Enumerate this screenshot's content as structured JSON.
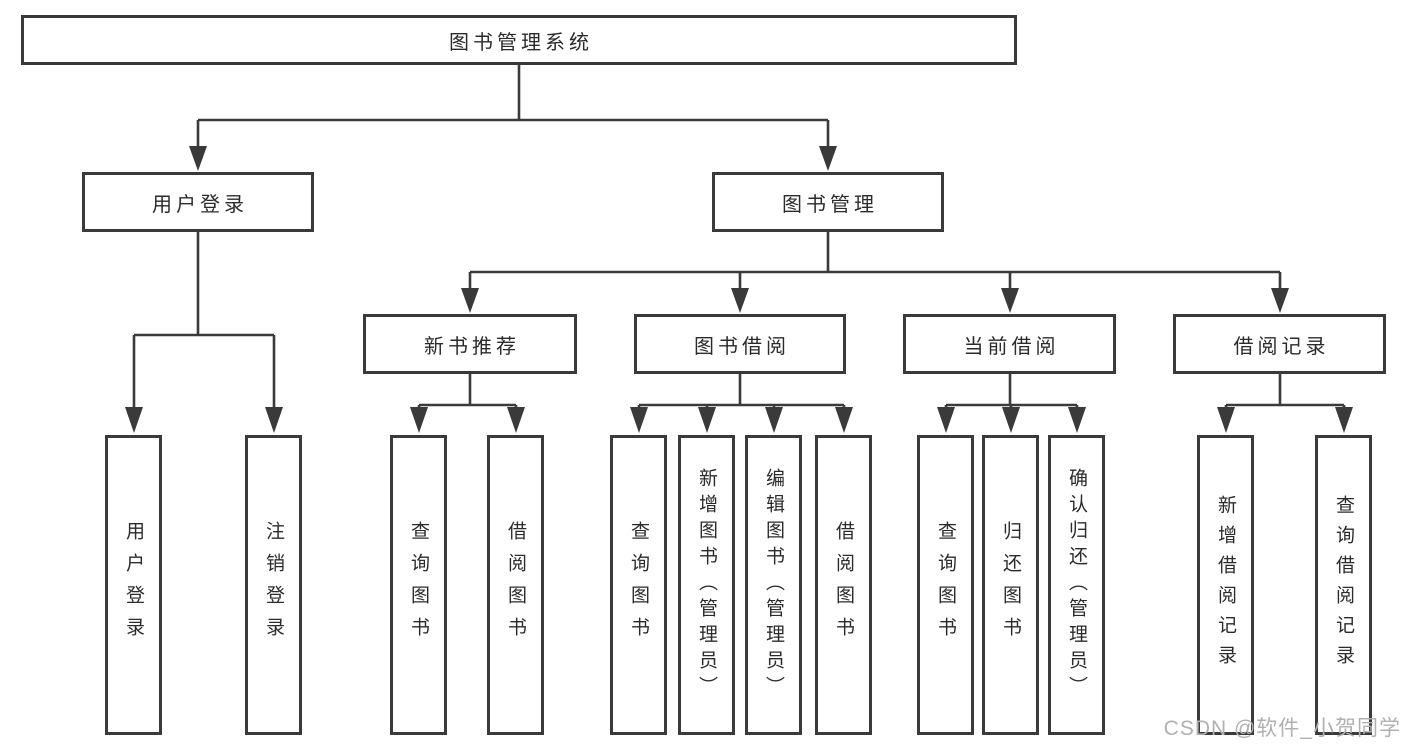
{
  "title": "图书管理系统",
  "branches": {
    "user": {
      "label": "用户登录",
      "leaves": [
        "用户登录",
        "注销登录"
      ]
    },
    "book": {
      "label": "图书管理",
      "groups": [
        {
          "label": "新书推荐",
          "leaves": [
            "查询图书",
            "借阅图书"
          ]
        },
        {
          "label": "图书借阅",
          "leaves": [
            "查询图书",
            "新增图书（管理员）",
            "编辑图书（管理员）",
            "借阅图书"
          ]
        },
        {
          "label": "当前借阅",
          "leaves": [
            "查询图书",
            "归还图书",
            "确认归还（管理员）"
          ]
        },
        {
          "label": "借阅记录",
          "leaves": [
            "新增借阅记录",
            "查询借阅记录"
          ]
        }
      ]
    }
  },
  "watermark": "CSDN @软件_小贺同学",
  "colors": {
    "line": "#3a3a3a",
    "text": "#2b2b2b",
    "watermark": "#b0b0b0",
    "background": "#ffffff"
  }
}
